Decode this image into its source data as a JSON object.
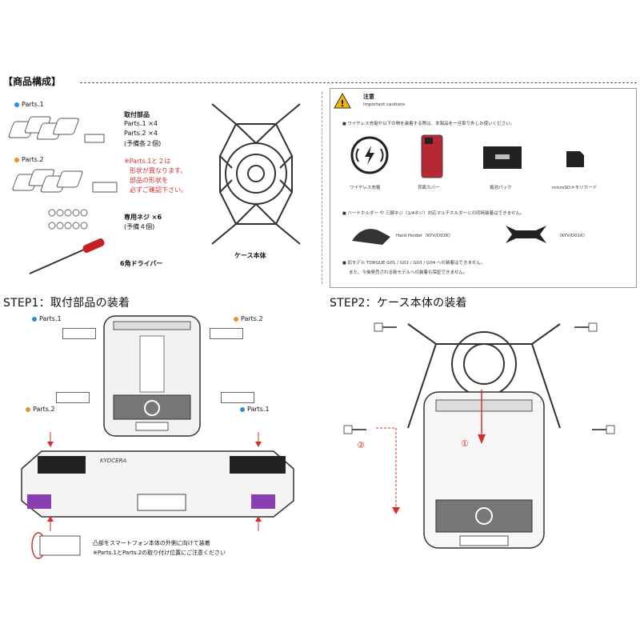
{
  "section_title": "【商品構成】",
  "parts": {
    "parts1_label": "Parts.1",
    "parts2_label": "Parts.2",
    "parts1_color": "#2e8fd6",
    "parts2_color": "#e8902a"
  },
  "kit": {
    "title": "取付部品",
    "line1": "Parts.1 ×4",
    "line2": "Parts.2 ×4",
    "line3": "(予備各２個)",
    "note1": "※Parts.1と２は",
    "note2": "形状が異なります。",
    "note3": "部品の形状を",
    "note4": "必ずご確認下さい。",
    "screw_title": "専用ネジ ×6",
    "screw_sub": "(予備４個)",
    "driver_label": "6角ドライバー",
    "case_label": "ケース本体"
  },
  "caution": {
    "title": "注意",
    "subtitle": "Important cautions",
    "line1": "ワイヤレス充電や以下の物を装着する際は、本製品を一旦取り外しお使いください。",
    "items": [
      "ワイヤレス充電",
      "背面カバー",
      "電池パック",
      "microSDメモリカード"
    ],
    "line2": "ハードホルダー や 三脚ネジ（1/4ネジ）対応マルチホルダーとの同時装着はできません。",
    "holder1": "Hard Holder（KYV/D02K）",
    "holder2": "（KYV/D01K）",
    "line3": "旧モデル TORGUE G01 / G02 / G03 / G04 への装着はできません。",
    "line4": "また、今後発売される新モデルへの装着も保証できません。"
  },
  "step1": {
    "title": "STEP1：取付部品の装着",
    "p1_top_left": "Parts.1",
    "p2_top_right": "Parts.2",
    "p2_mid_left": "Parts.2",
    "p1_mid_right": "Parts.1",
    "phone_brand": "KYOCERA",
    "note1": "凸部をスマートフォン本体の外側に向けて装着",
    "note2": "※Parts.1とParts.2の取り付け位置にご注意ください"
  },
  "step2": {
    "title": "STEP2：ケース本体の装着",
    "marker1": "①",
    "marker2": "②"
  }
}
